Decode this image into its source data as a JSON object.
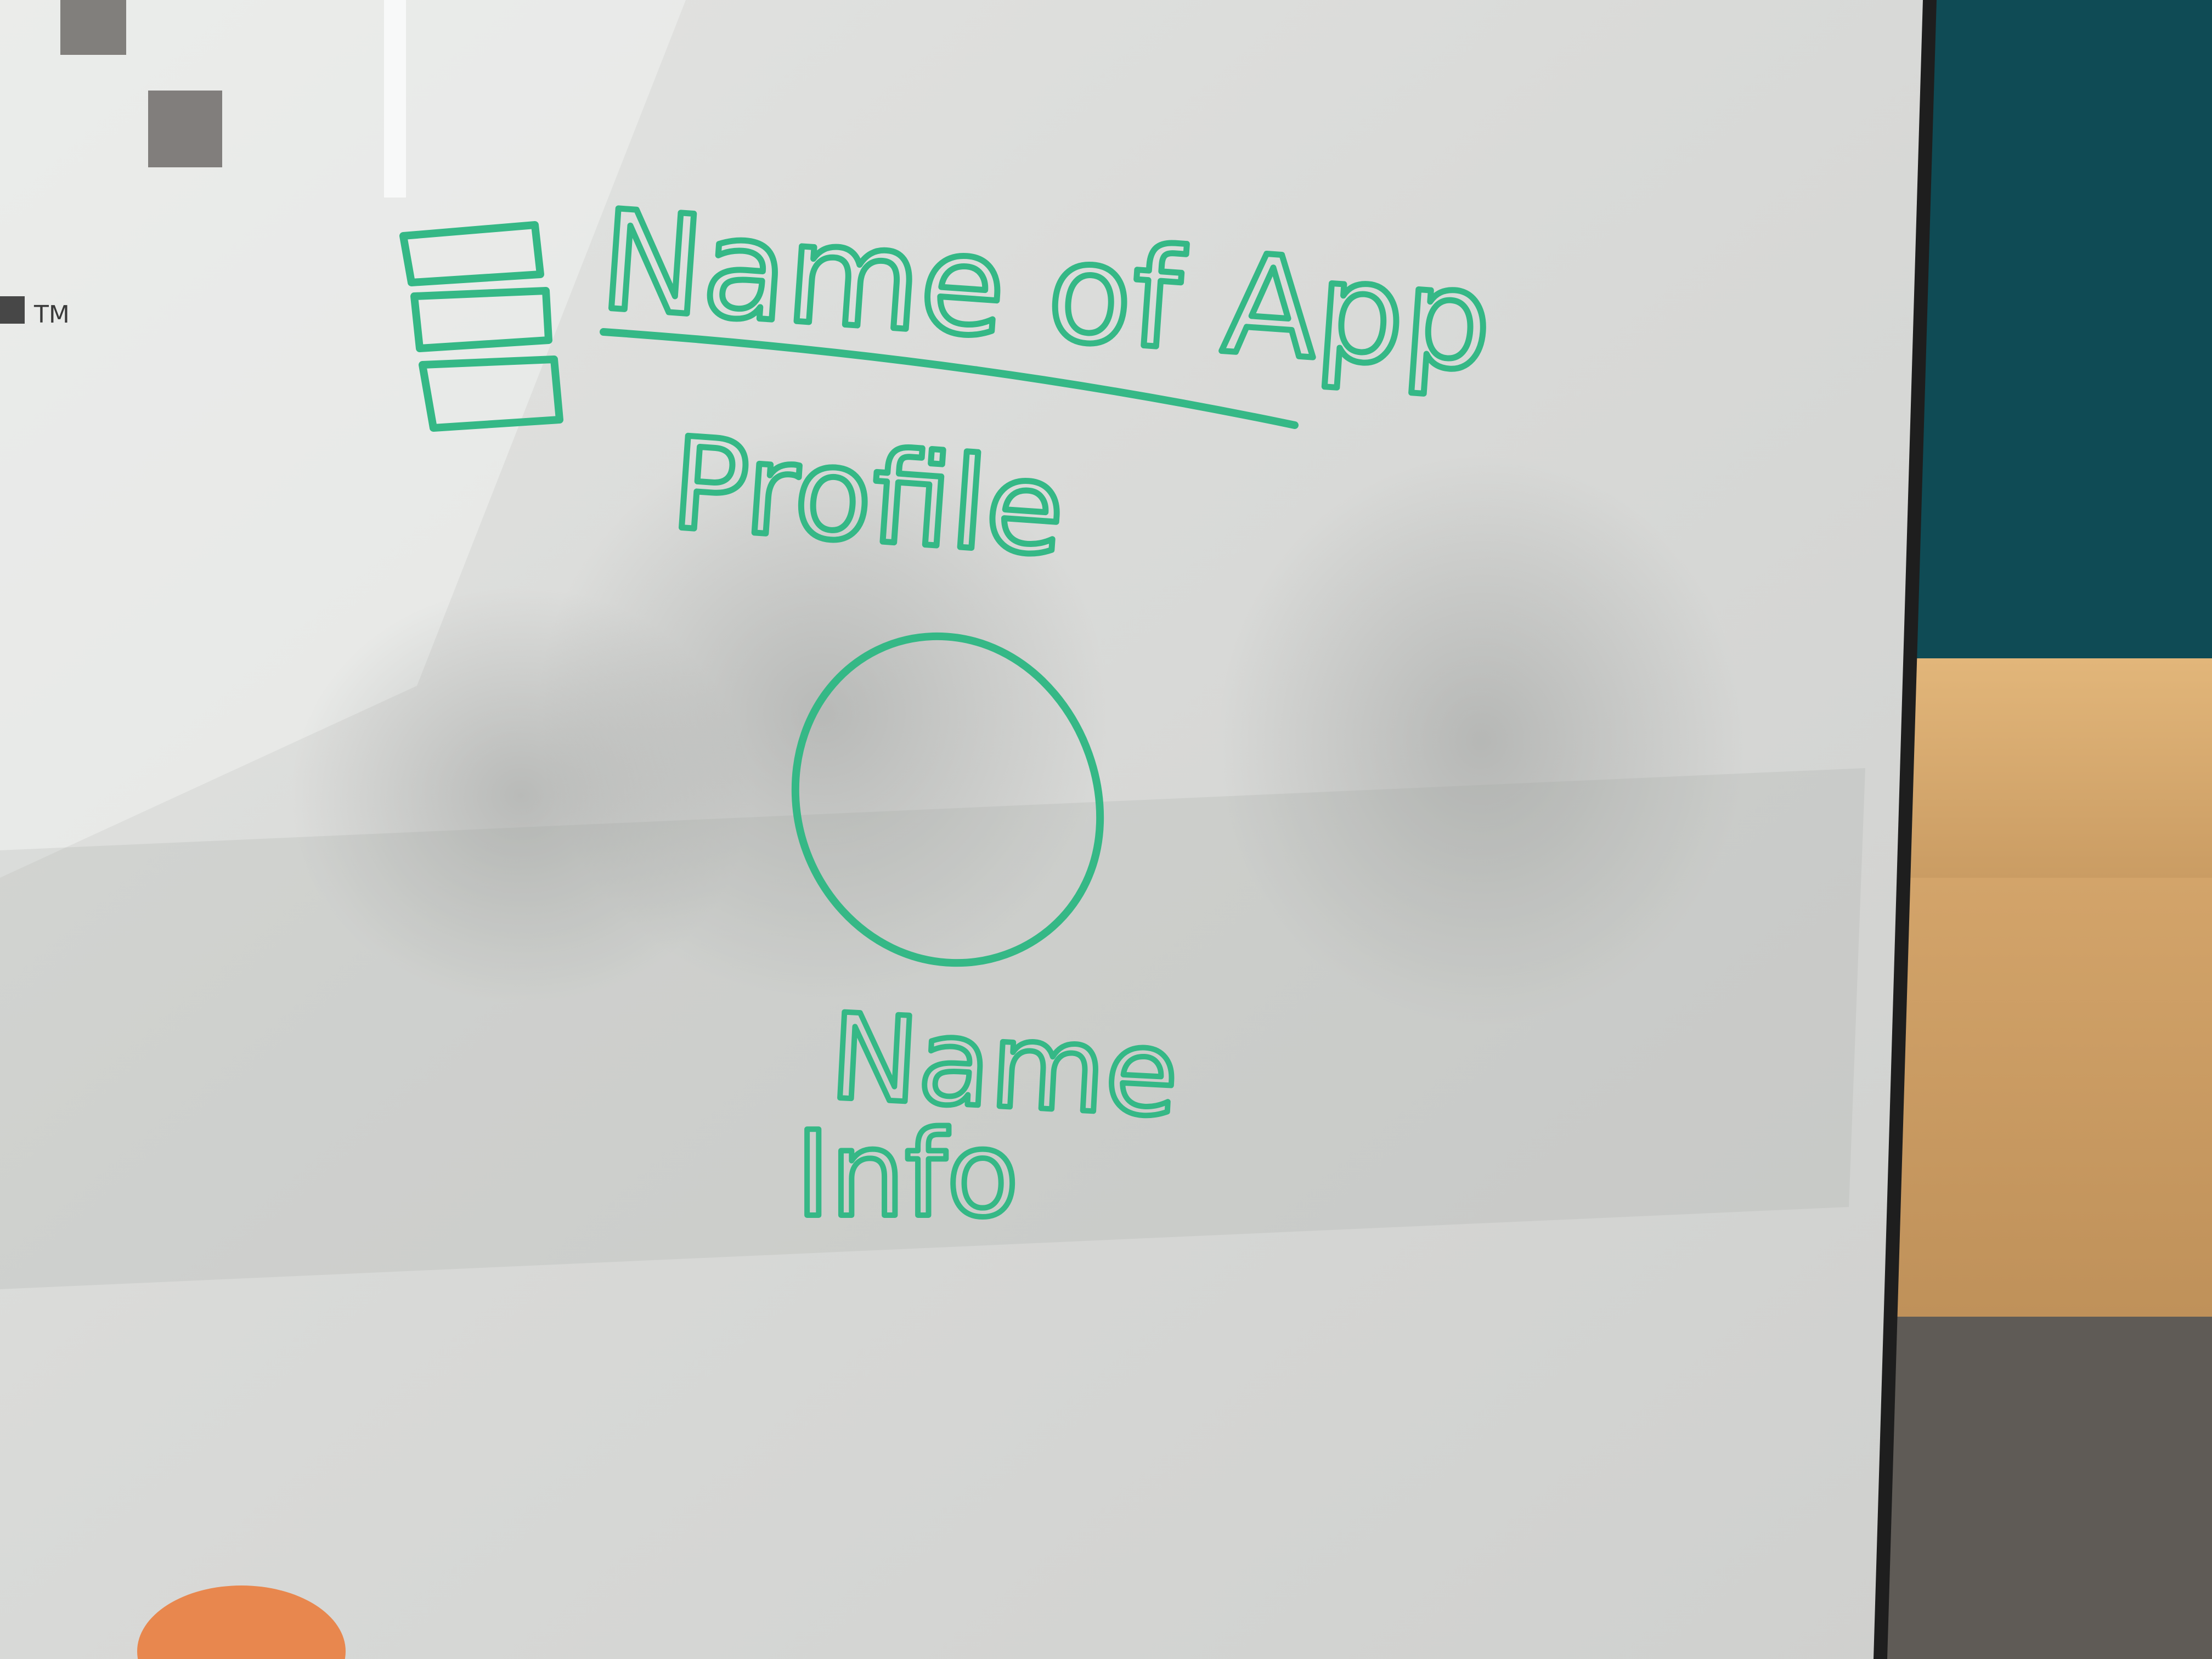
{
  "whiteboard": {
    "app_title": "Name of App",
    "page_heading": "Profile",
    "avatar_caption_1": "Name",
    "avatar_caption_2": "Info",
    "wall_trademark": "TM"
  },
  "colors": {
    "marker_ink": "#35b886",
    "whiteboard_surface": "#d9dad8",
    "teal_wall": "#0f4b55",
    "wood_bench": "#d6a86c",
    "carpet": "#5f5b56",
    "board_frame": "#1e1e1e"
  },
  "icons": {
    "menu": "hamburger-menu-icon",
    "avatar": "profile-avatar-circle"
  }
}
